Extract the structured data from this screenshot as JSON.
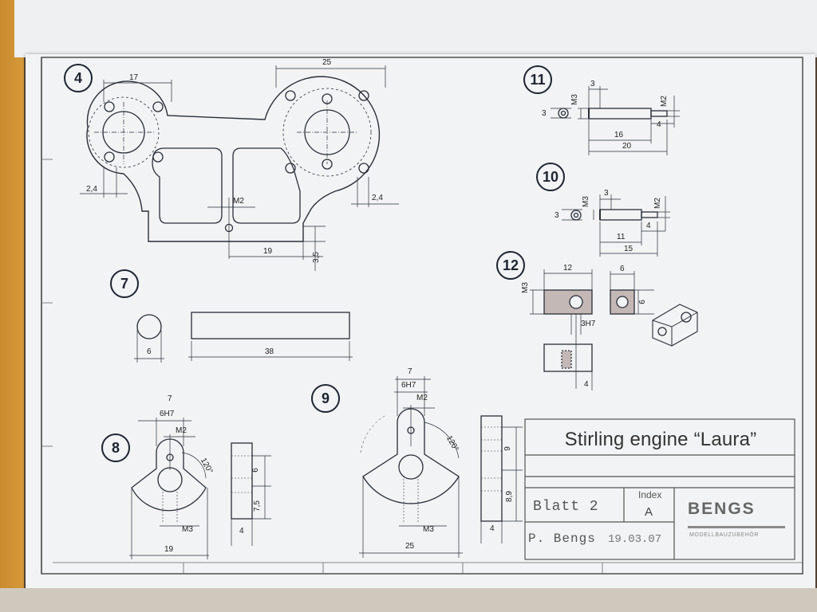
{
  "title_block": {
    "title": "Stirling engine “Laura”",
    "sheet": "Blatt 2",
    "index_label": "Index",
    "index_value": "A",
    "author": "P. Bengs",
    "date": "19.03.07",
    "company": "BENGS",
    "company_sub": "MODELLBAUZUBEHÖR"
  },
  "parts": {
    "p4": {
      "number": "4",
      "dims": {
        "w17": "17",
        "w25": "25",
        "d24a": "2,4",
        "d24b": "2,4",
        "m2": "M2",
        "w19": "19",
        "h35": "3,5"
      }
    },
    "p7": {
      "number": "7",
      "dims": {
        "d6": "6",
        "l38": "38"
      }
    },
    "p8": {
      "number": "8",
      "dims": {
        "w7": "7",
        "h7": "6H7",
        "m2": "M2",
        "ang": "120°",
        "m3": "M3",
        "w19": "19",
        "h6": "6",
        "h75": "7,5",
        "t4": "4"
      }
    },
    "p9": {
      "number": "9",
      "dims": {
        "w7": "7",
        "h7": "6H7",
        "m2": "M2",
        "ang": "120°",
        "m3": "M3",
        "w25": "25",
        "h9": "9",
        "h89": "8,9",
        "t4": "4"
      }
    },
    "p10": {
      "number": "10",
      "dims": {
        "d3": "3",
        "m3": "M3",
        "l3": "3",
        "m2": "M2",
        "l4": "4",
        "l11": "11",
        "l15": "15"
      }
    },
    "p11": {
      "number": "11",
      "dims": {
        "d3": "3",
        "m3": "M3",
        "l3": "3",
        "m2": "M2",
        "l4": "4",
        "l16": "16",
        "l20": "20"
      }
    },
    "p12": {
      "number": "12",
      "dims": {
        "w12": "12",
        "m3": "M3",
        "h7": "3H7",
        "t4": "4",
        "s6a": "6",
        "s6b": "6"
      }
    }
  }
}
